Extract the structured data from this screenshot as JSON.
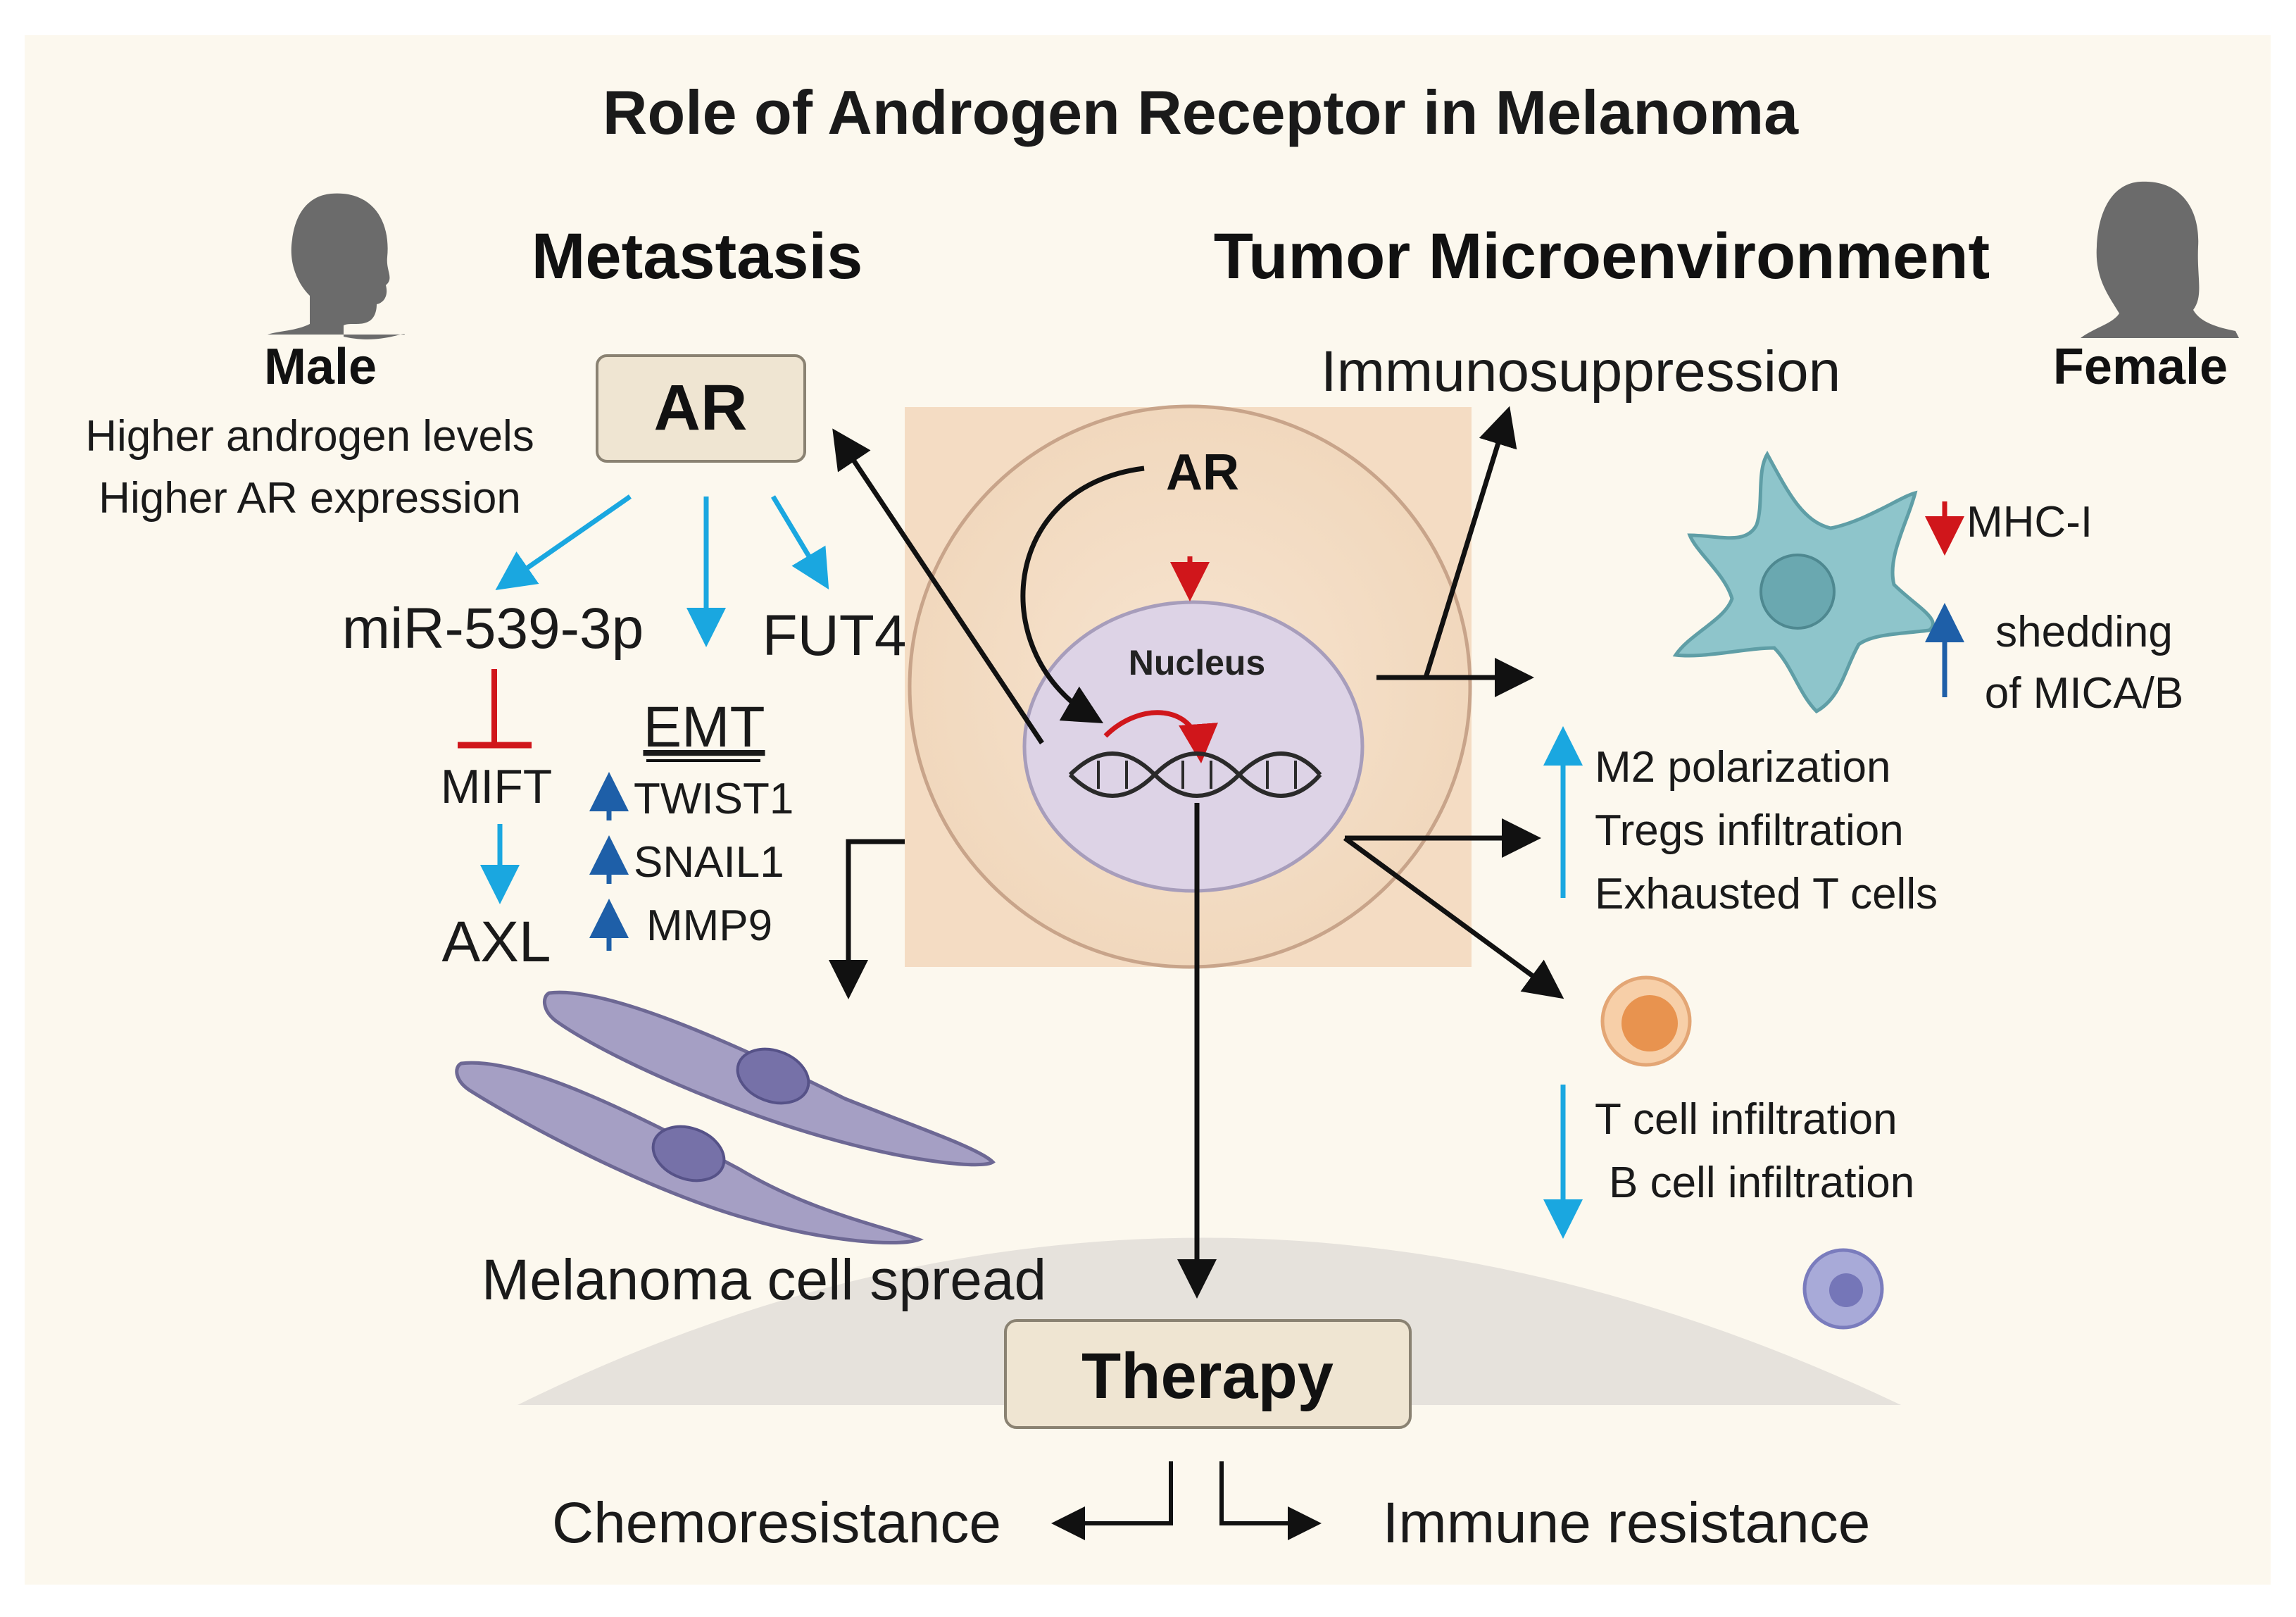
{
  "title": "Role of Androgen Receptor in Melanoma",
  "sections": {
    "left_heading": "Metastasis",
    "right_heading": "Tumor Microenvironment"
  },
  "male": {
    "label": "Male",
    "lines": [
      "Higher androgen levels",
      "Higher AR expression"
    ],
    "icon": "male-silhouette-icon"
  },
  "female": {
    "label": "Female",
    "icon": "female-silhouette-icon"
  },
  "metastasis": {
    "ar_box": "AR",
    "mir": "miR-539-3p",
    "fut4": "FUT4",
    "mift": "MIFT",
    "axl": "AXL",
    "emt": "EMT",
    "emt_genes": [
      "TWIST1",
      "SNAIL1",
      "MMP9"
    ],
    "spread": "Melanoma cell spread"
  },
  "cell": {
    "ar": "AR",
    "nucleus": "Nucleus"
  },
  "tme": {
    "immunosuppression": "Immunosuppression",
    "mhc": "MHC-I",
    "shedding": [
      "shedding",
      "of MICA/B"
    ],
    "macrophage_effects": [
      "M2 polarization",
      "Tregs infiltration",
      "Exhausted T cells"
    ],
    "infiltration": [
      "T cell infiltration",
      "B cell infiltration"
    ]
  },
  "therapy": {
    "box": "Therapy",
    "left": "Chemoresistance",
    "right": "Immune resistance"
  },
  "colors": {
    "background": "#fcf8ee",
    "blue_arrow": "#1aa7e0",
    "dark_blue_arrow": "#1e5fa8",
    "red": "#d0161b",
    "nucleus_fill": "#ddd3e6",
    "cell_fill": "#f4dcc3",
    "dendritic": "#8ec5cb",
    "spindle": "#a59fc4"
  }
}
